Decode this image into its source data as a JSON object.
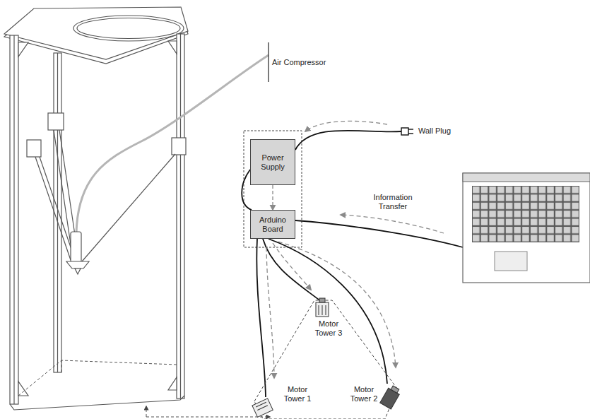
{
  "diagram": {
    "nodes": [
      {
        "text": [
          "Power Supply"
        ]
      },
      {
        "text": [
          "Arduino Board"
        ]
      }
    ],
    "edges": [
      {
        "from": 0,
        "to": 1,
        "arrow": "to"
      }
    ],
    "labels": [
      "Air Compressor",
      "Wall Plug",
      "Information Transfer",
      "Motor Tower 3",
      "Motor Tower 1",
      "Motor Tower 2"
    ]
  }
}
